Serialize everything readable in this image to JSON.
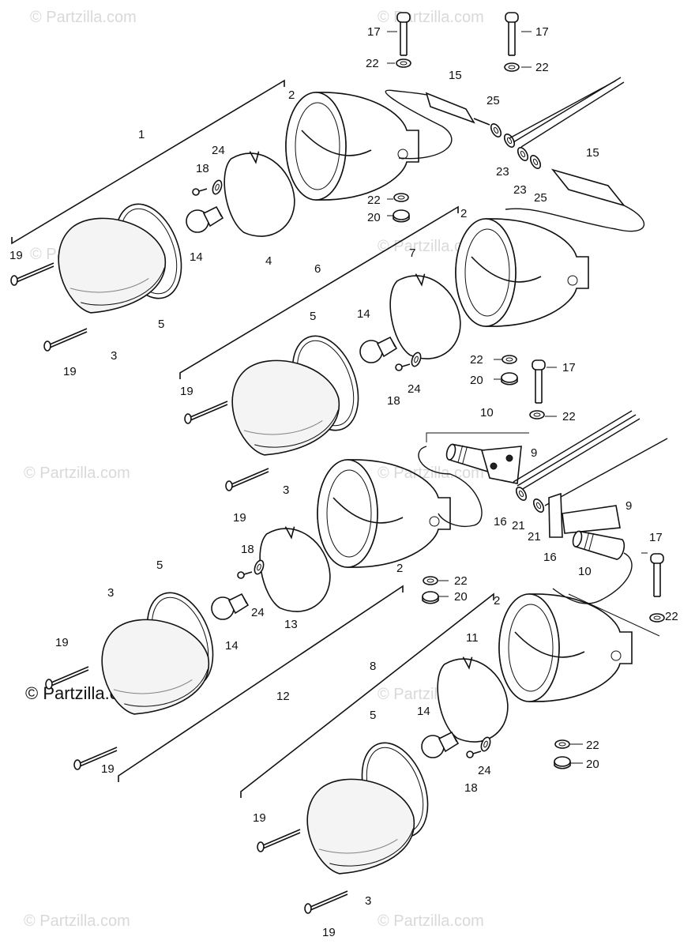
{
  "watermark": "© Partzilla.com",
  "labels": {
    "l1": "1",
    "l2": "2",
    "l3": "3",
    "l4": "4",
    "l5": "5",
    "l6": "6",
    "l7": "7",
    "l8": "8",
    "l9": "9",
    "l10": "10",
    "l11": "11",
    "l12": "12",
    "l13": "13",
    "l14": "14",
    "l15": "15",
    "l16": "16",
    "l17": "17",
    "l18": "18",
    "l19": "19",
    "l20": "20",
    "l21": "21",
    "l22": "22",
    "l23": "23",
    "l24": "24",
    "l25": "25"
  }
}
